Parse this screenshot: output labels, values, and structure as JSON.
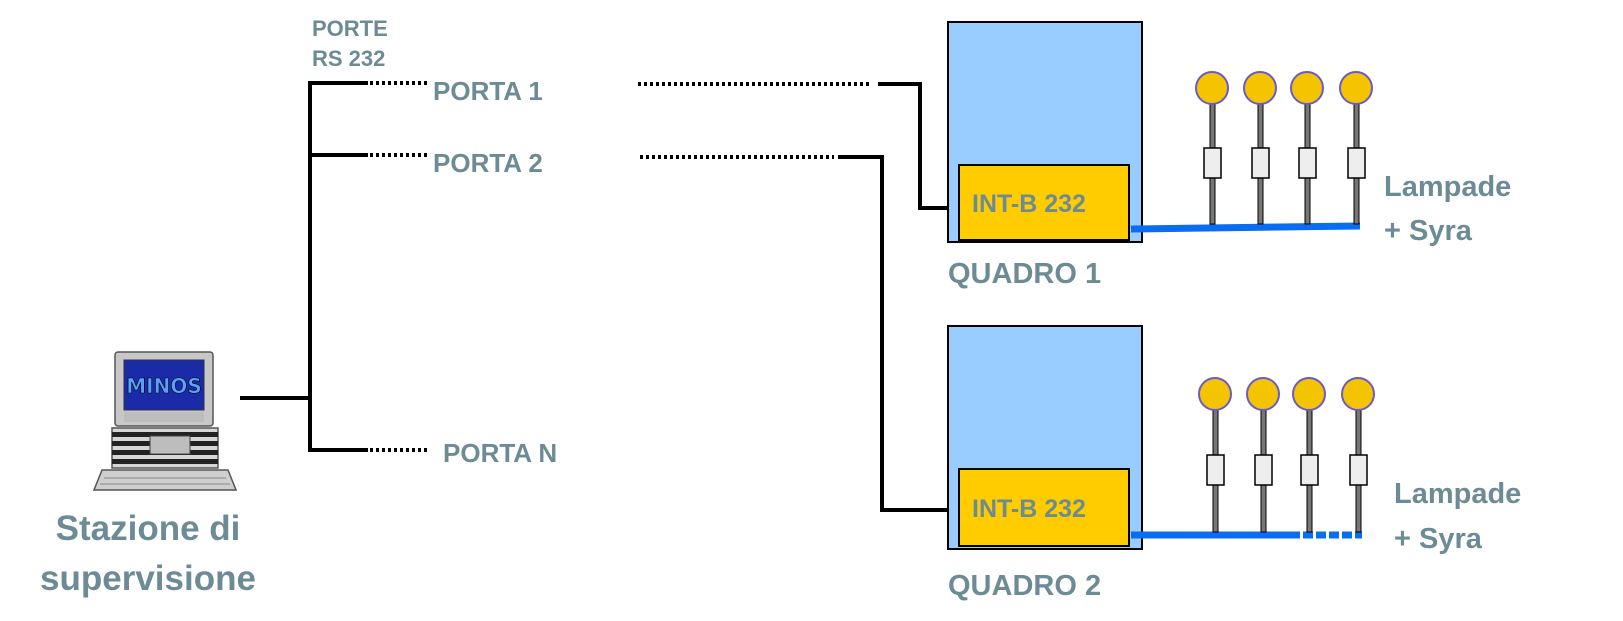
{
  "header": {
    "ports_title_line1": "PORTE",
    "ports_title_line2": "RS 232"
  },
  "ports": [
    {
      "label": "PORTA 1"
    },
    {
      "label": "PORTA 2"
    },
    {
      "label": "PORTA N"
    }
  ],
  "station": {
    "label_line1": "Stazione di",
    "label_line2": "supervisione",
    "screen_logo": "MINOS"
  },
  "panels": [
    {
      "title": "QUADRO 1",
      "interface": "INT-B 232",
      "lamps_line1": "Lampade",
      "lamps_line2": "+ Syra"
    },
    {
      "title": "QUADRO 2",
      "interface": "INT-B 232",
      "lamps_line1": "Lampade",
      "lamps_line2": "+ Syra"
    }
  ],
  "colors": {
    "label_text": "#6c8b95",
    "panel_fill": "#99ccff",
    "interface_fill": "#ffcc00",
    "bus_line": "#0a6cf0",
    "lamp_fill": "#f5c400"
  }
}
